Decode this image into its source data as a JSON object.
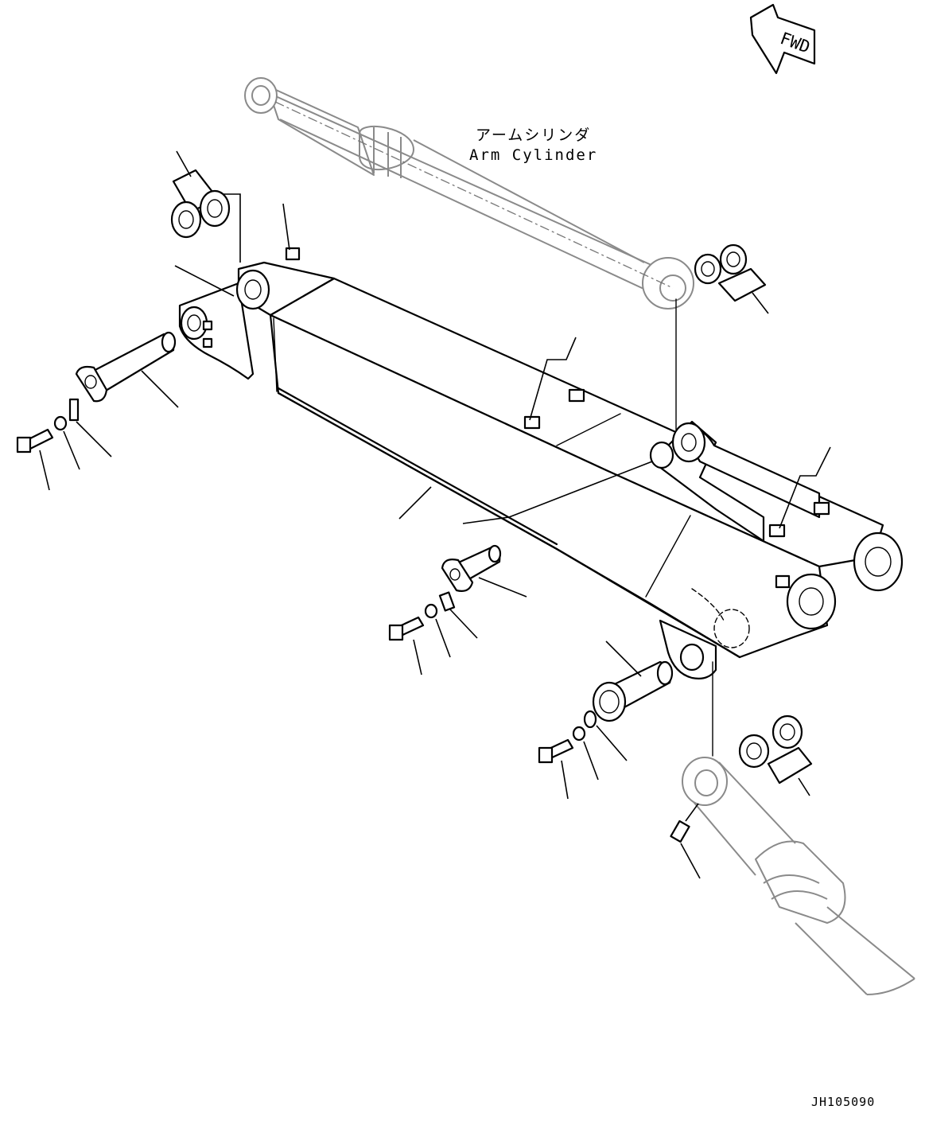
{
  "labels": {
    "cylinder_jp": "アームシリンダ",
    "cylinder_en": "Arm Cylinder",
    "fwd": "FWD",
    "drawing_code": "JH105090"
  }
}
